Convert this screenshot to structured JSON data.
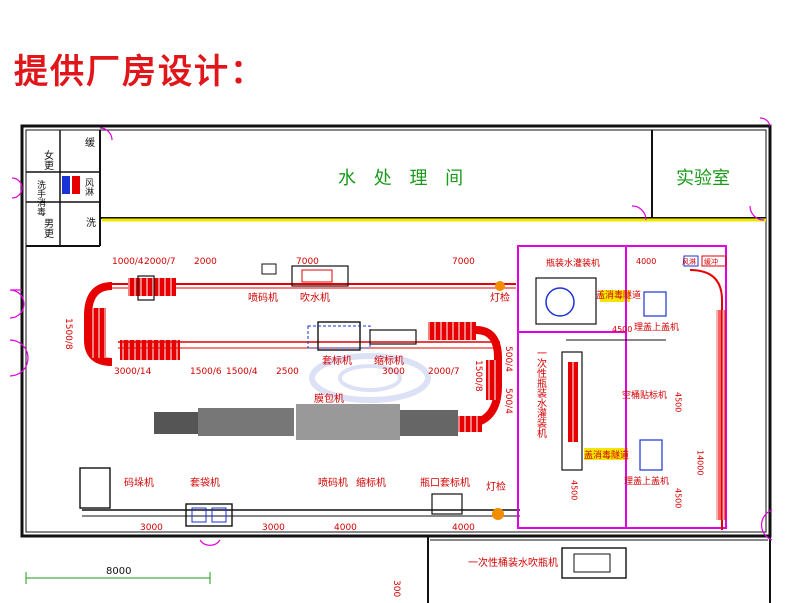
{
  "page_title": "提供厂房设计：",
  "rooms": {
    "water_room": "水 处 理 间",
    "lab": "实验室",
    "female_locker": "女更",
    "male_locker": "男更",
    "hand_sanitize": "洗手消毒",
    "air_shower": "风淋",
    "buffer": "缓",
    "washroom": "洗"
  },
  "machines": {
    "inkjet_top": "喷码机",
    "blower": "吹水机",
    "lamp_top": "灯检",
    "sleeve_label": "套标机",
    "shrink_label": "缩标机",
    "film_wrap": "膜包机",
    "bottle_filler": "瓶装水灌装机",
    "sterilize_tunnel_1": "盖消毒隧道",
    "cap_loader_1": "理盖上盖机",
    "one_time_filler": "一次性瓶装水灌装机",
    "empty_labeler": "空桶贴标机",
    "sterilize_tunnel_2": "盖消毒隧道",
    "cap_loader_2": "理盖上盖机",
    "bucket_loader": "码垛机",
    "bagger": "套袋机",
    "inkjet_bottom": "喷码机",
    "shrink_bottom": "缩标机",
    "neck_labeler": "瓶口套标机",
    "lamp_bottom": "灯检",
    "bottle_blower": "一次性桶装水吹瓶机",
    "air_shower_small": "风淋",
    "buffer_small": "缓冲"
  },
  "dims": {
    "d_1000_4": "1000/4",
    "d_2000_7": "2000/7",
    "d_2000": "2000",
    "d_7000_a": "7000",
    "d_7000_b": "7000",
    "d_4000_top": "4000",
    "d_1500_8": "1500/8",
    "d_3000_14": "3000/14",
    "d_1500_6": "1500/6",
    "d_1500_4": "1500/4",
    "d_2500": "2500",
    "d_3000_mid": "3000",
    "d_2000_7b": "2000/7",
    "d_1500_8b": "1500/8",
    "d_500_4a": "500/4",
    "d_500_4b": "500/4",
    "d_4500_a": "4500",
    "d_4500_b": "4500",
    "d_14000": "14000",
    "d_4500_c": "4500",
    "d_4500_d": "4500",
    "d_3000_b1": "3000",
    "d_3000_b2": "3000",
    "d_4000_b": "4000",
    "d_4000_c": "4000",
    "d_8000": "8000",
    "d_300": "300"
  },
  "colors": {
    "title_red": "#e0161b",
    "wall": "#111111",
    "magenta": "#e000e0",
    "yellow": "#f2e600",
    "conveyor_red": "#e60000",
    "label_red": "#d40000",
    "text_green": "#1a9a1a",
    "machine_blue": "#1a33d6"
  }
}
